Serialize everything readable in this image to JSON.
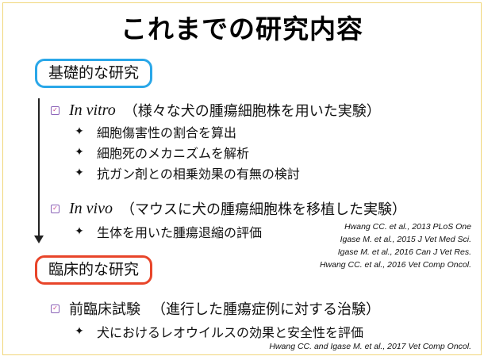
{
  "title": "これまでの研究内容",
  "sections": {
    "basic": "基礎的な研究",
    "clinical": "臨床的な研究"
  },
  "in_vitro": {
    "label": "In vitro",
    "desc": "（様々な犬の腫瘍細胞株を用いた実験）",
    "items": [
      "細胞傷害性の割合を算出",
      "細胞死のメカニズムを解析",
      "抗ガン剤との相乗効果の有無の検討"
    ]
  },
  "in_vivo": {
    "label": "In vivo",
    "desc": "（マウスに犬の腫瘍細胞株を移植した実験）",
    "items": [
      "生体を用いた腫瘍退縮の評価"
    ]
  },
  "refs_basic": [
    "Hwang CC. et al., 2013 PLoS One",
    "Igase M. et al., 2015 J Vet Med Sci.",
    "Igase M. et al., 2016 Can J Vet Res.",
    "Hwang CC. et al., 2016 Vet Comp Oncol."
  ],
  "clinical_trial": {
    "label": "前臨床試験",
    "desc": "（進行した腫瘍症例に対する治験）",
    "items": [
      "犬におけるレオウイルスの効果と安全性を評価"
    ]
  },
  "ref_clinical": "Hwang CC. and Igase M. et al., 2017 Vet Comp Oncol.",
  "icons": {
    "checkbox": "checkbox-icon",
    "bullet": "four-point-star-icon",
    "arrow": "down-arrow"
  }
}
